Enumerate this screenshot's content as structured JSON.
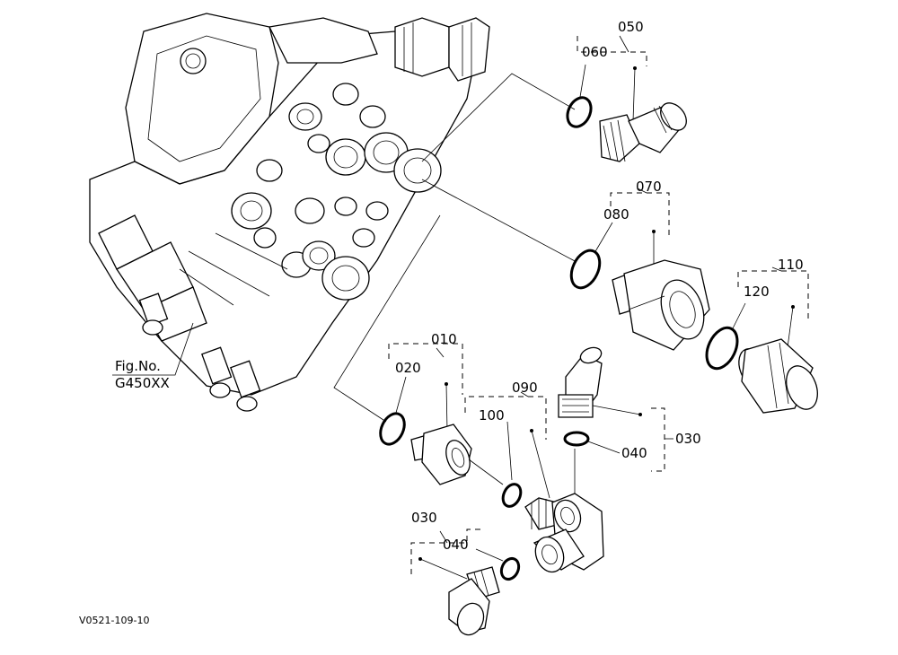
{
  "figure": {
    "fig_label_line1": "Fig.No.",
    "fig_label_line2": "G450XX",
    "drawing_id": "V0521-109-10"
  },
  "callouts": {
    "c050": "050",
    "c060": "060",
    "c070": "070",
    "c080": "080",
    "c110": "110",
    "c120": "120",
    "c010": "010",
    "c020": "020",
    "c090": "090",
    "c100": "100",
    "c030_right": "030",
    "c040_right": "040",
    "c030_bottom": "030",
    "c040_bottom": "040"
  }
}
